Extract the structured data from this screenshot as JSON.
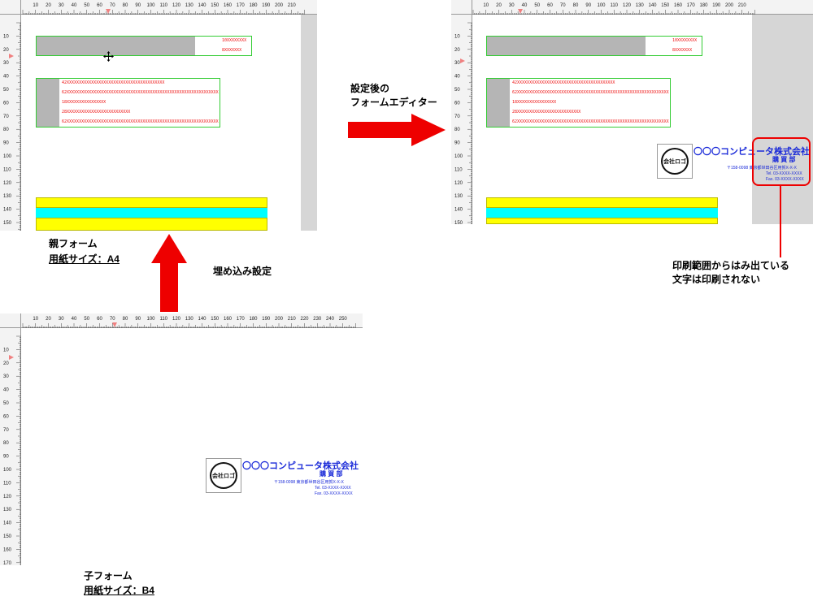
{
  "rulers": {
    "parent_top_ticks": [
      "10",
      "20",
      "30",
      "40",
      "50",
      "60",
      "70",
      "80",
      "90",
      "100",
      "110",
      "120",
      "130",
      "140",
      "150",
      "160",
      "170",
      "180",
      "190",
      "200",
      "210"
    ],
    "parent_left_ticks": [
      "10",
      "20",
      "30",
      "40",
      "50",
      "60",
      "70",
      "80",
      "90",
      "100",
      "110",
      "120",
      "130",
      "140",
      "150"
    ],
    "child_top_ticks": [
      "10",
      "20",
      "30",
      "40",
      "50",
      "60",
      "70",
      "80",
      "90",
      "100",
      "110",
      "120",
      "130",
      "140",
      "150",
      "160",
      "170",
      "180",
      "190",
      "200",
      "210",
      "220",
      "230",
      "240",
      "250"
    ],
    "child_left_ticks": [
      "10",
      "20",
      "30",
      "40",
      "50",
      "60",
      "70",
      "80",
      "90",
      "100",
      "110",
      "120",
      "130",
      "140",
      "150",
      "160",
      "170"
    ]
  },
  "parent_form": {
    "header_right_lines": [
      "10XXXXXXXX",
      "8XXXXXXX"
    ],
    "detail_lines": [
      "42XXXXXXXXXXXXXXXXXXXXXXXXXXXXXXXXXXXXXXXX",
      "62XXXXXXXXXXXXXXXXXXXXXXXXXXXXXXXXXXXXXXXXXXXXXXXXXXXXXXXXXXXXXX",
      "18XXXXXXXXXXXXXXXX",
      "28XXXXXXXXXXXXXXXXXXXXXXXXXX",
      "62XXXXXXXXXXXXXXXXXXXXXXXXXXXXXXXXXXXXXXXXXXXXXXXXXXXXXXXXXXXXXX"
    ]
  },
  "company": {
    "logo": "会社ロゴ",
    "name": "〇〇〇コンピュータ株式会社",
    "dept": "購 買 部",
    "address": "〒158-0098 東京都世田谷区用賀X-X-X",
    "tel": "Tel. 03-XXXX-XXXX",
    "fax": "Fax. 03-XXXX-XXXX"
  },
  "labels": {
    "after_setting_line1": "設定後の",
    "after_setting_line2": "フォームエディター",
    "embed_setting": "埋め込み設定",
    "parent_form_title": "親フォーム",
    "parent_paper_size": "用紙サイズ：A4",
    "child_form_title": "子フォーム",
    "child_paper_size": "用紙サイズ：B4",
    "callout_line1": "印刷範囲からはみ出ている",
    "callout_line2": "文字は印刷されない"
  },
  "colors": {
    "arrow": "#ee0000",
    "frame": "#33cc33",
    "yellow": "#ffff00",
    "cyan": "#00ffff",
    "company_text": "#1a2ad8",
    "detail_text": "#ee1111"
  },
  "icons": {
    "cursor": "move-cursor-icon",
    "ruler_marker": "triangle-marker-icon"
  }
}
